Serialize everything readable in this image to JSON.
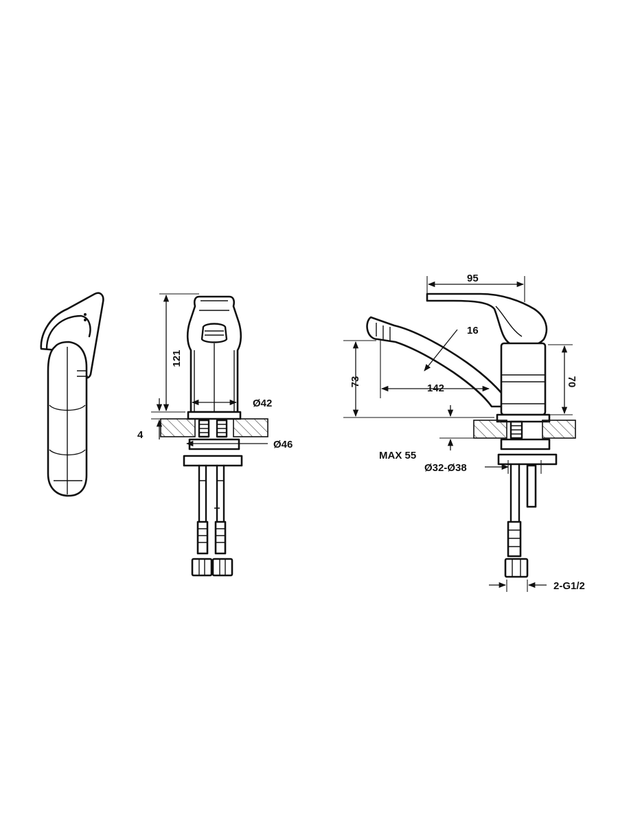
{
  "dimensions": {
    "height_total": "121",
    "base_thickness": "4",
    "body_diameter": "Ø42",
    "base_diameter": "Ø46",
    "handle_length": "95",
    "spout_thickness": "16",
    "spout_height": "73",
    "spout_reach": "142",
    "body_height": "70",
    "max_deck": "MAX 55",
    "hole_diameter": "Ø32-Ø38",
    "connection": "2-G1/2"
  }
}
